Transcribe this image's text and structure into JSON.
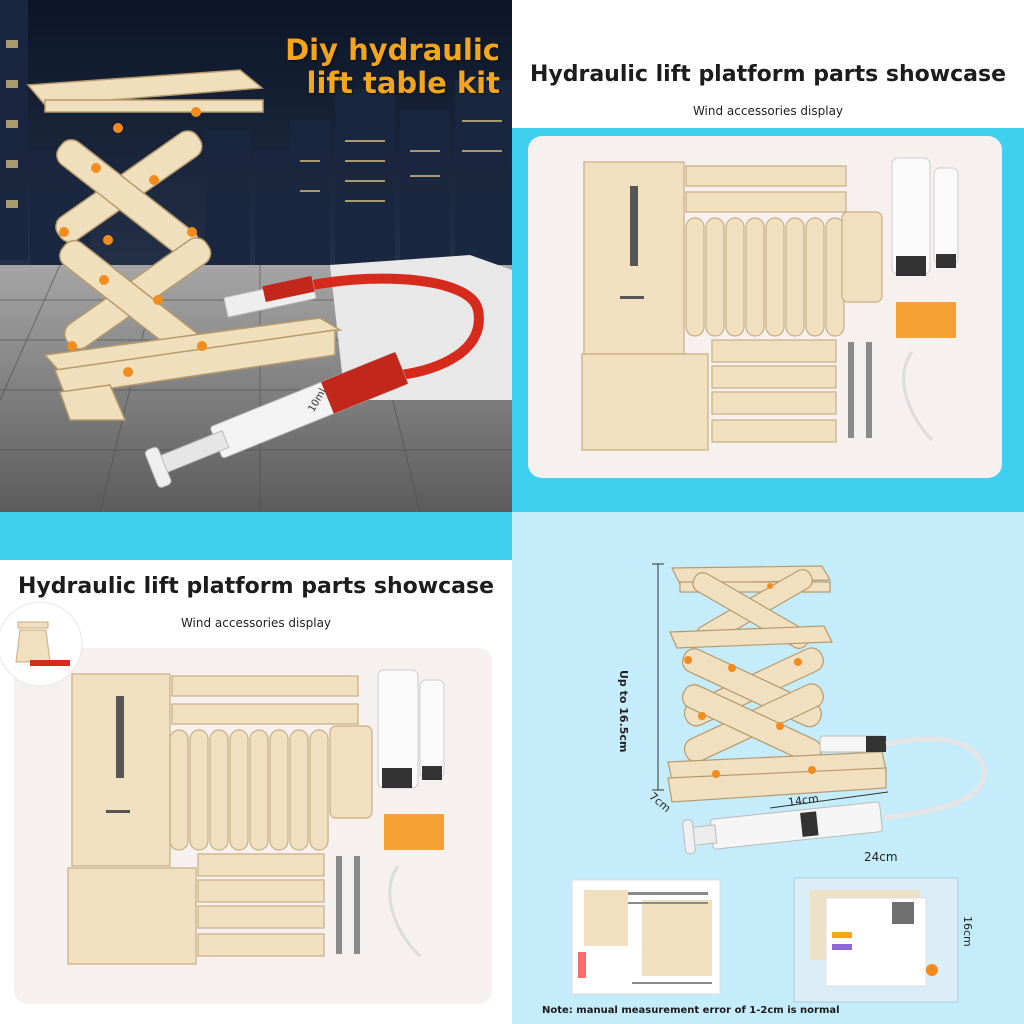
{
  "panel1": {
    "title_line1": "Diy hydraulic",
    "title_line2": "lift table kit",
    "syringe_label": "10ml"
  },
  "panel2": {
    "title": "Hydraulic lift platform parts showcase",
    "subtitle": "Wind accessories display"
  },
  "panel3": {
    "title": "Hydraulic lift platform parts showcase",
    "subtitle": "Wind accessories display"
  },
  "panel4": {
    "height_label": "Up to 16.5cm",
    "depth_label": "7cm",
    "width_label": "14cm",
    "length_label": "24cm",
    "bag_label": "16cm",
    "note": "Note: manual measurement error of 1-2cm is normal"
  },
  "colors": {
    "title_orange": "#f2a51d",
    "panel_blue": "#3fd0f0",
    "light_blue": "#c4ecfb",
    "wood": "#f0e0c0",
    "hose_red": "#d62a1c"
  }
}
